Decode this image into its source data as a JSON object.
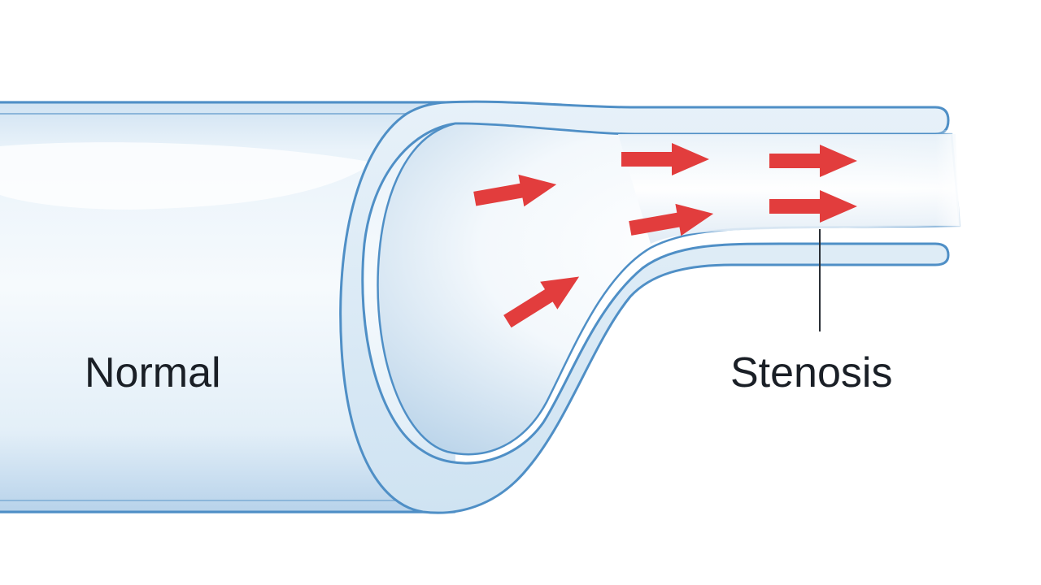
{
  "labels": {
    "normal": "Normal",
    "stenosis": "Stenosis"
  },
  "colors": {
    "vessel_wall_fill": "#dcebf6",
    "vessel_outline": "#4f8fc6",
    "lumen_light": "#ffffff",
    "lumen_shade": "#b9d4ea",
    "flow_arrow": "#e23d3d",
    "leader_line": "#2a2f36",
    "label_text": "#1a1f26"
  },
  "flow_arrows": {
    "count": 6,
    "icon": "red-arrow-right"
  }
}
